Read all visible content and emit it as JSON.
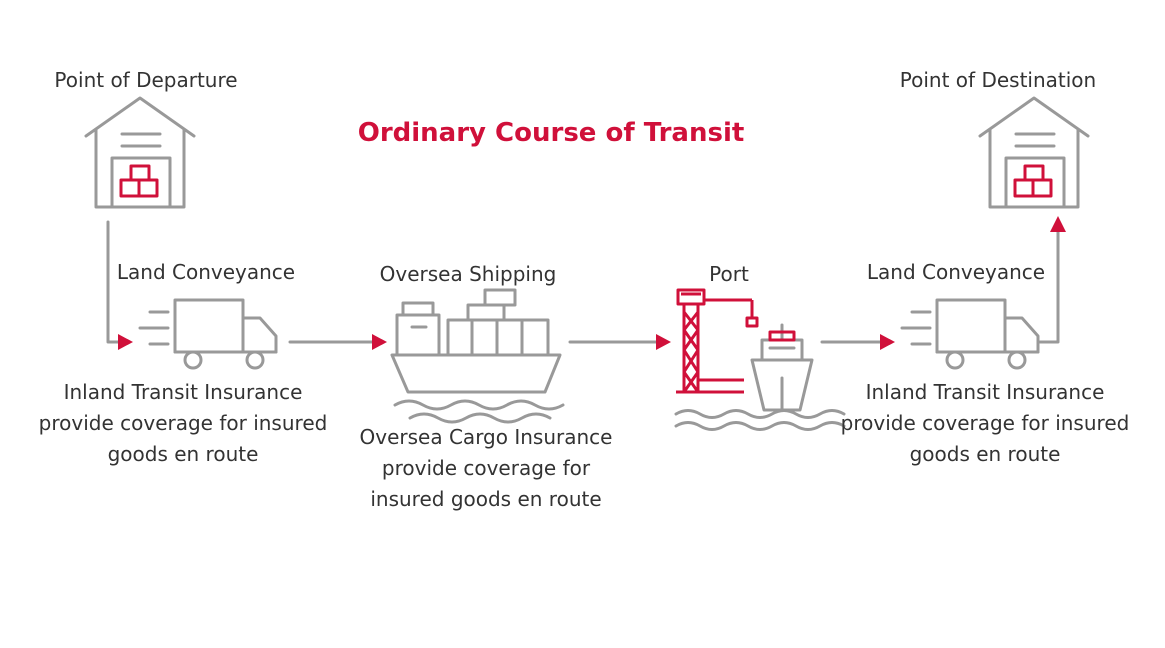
{
  "title": "Ordinary Course of Transit",
  "nodes": {
    "departure": "Point of Departure",
    "destination": "Point of Destination",
    "land_left": "Land Conveyance",
    "shipping": "Oversea Shipping",
    "port": "Port",
    "land_right": "Land Conveyance"
  },
  "descriptions": {
    "inland_left": [
      "Inland Transit Insurance",
      "provide coverage for insured",
      "goods en route"
    ],
    "oversea": [
      "Oversea Cargo Insurance",
      "provide coverage for",
      "insured goods en route"
    ],
    "inland_right": [
      "Inland Transit Insurance",
      "provide coverage for insured",
      "goods en route"
    ]
  },
  "colors": {
    "accent": "#D0103A",
    "gray": "#999999",
    "text": "#333333"
  }
}
